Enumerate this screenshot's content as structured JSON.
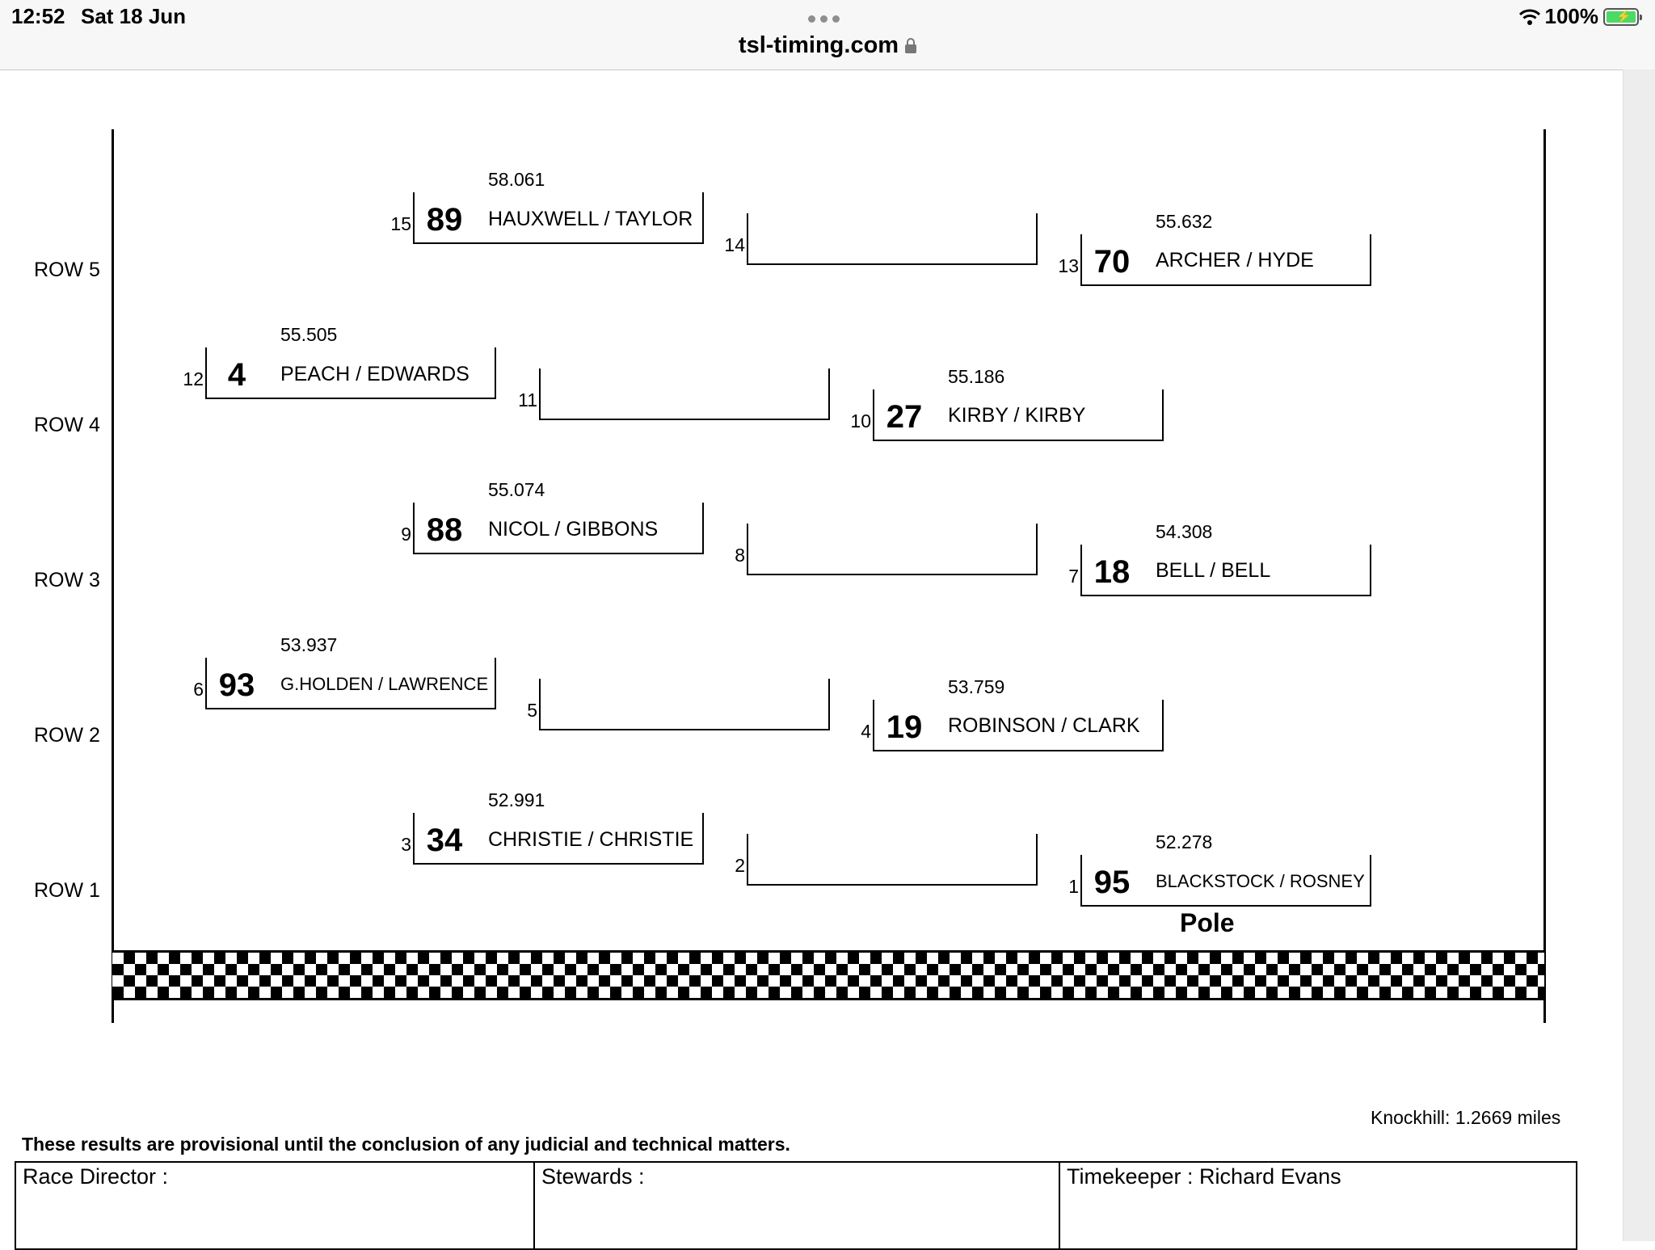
{
  "status_bar": {
    "time": "12:52",
    "date": "Sat 18 Jun",
    "url": "tsl-timing.com",
    "battery": "100%"
  },
  "grid": {
    "row_labels": [
      "ROW 5",
      "ROW 4",
      "ROW 3",
      "ROW 2",
      "ROW 1"
    ],
    "slots": [
      {
        "pos": "15",
        "number": "89",
        "driver": "HAUXWELL / TAYLOR",
        "time": "58.061"
      },
      {
        "pos": "14"
      },
      {
        "pos": "13",
        "number": "70",
        "driver": "ARCHER / HYDE",
        "time": "55.632"
      },
      {
        "pos": "12",
        "number": "4",
        "driver": "PEACH / EDWARDS",
        "time": "55.505"
      },
      {
        "pos": "11"
      },
      {
        "pos": "10",
        "number": "27",
        "driver": "KIRBY / KIRBY",
        "time": "55.186"
      },
      {
        "pos": "9",
        "number": "88",
        "driver": "NICOL / GIBBONS",
        "time": "55.074"
      },
      {
        "pos": "8"
      },
      {
        "pos": "7",
        "number": "18",
        "driver": "BELL / BELL",
        "time": "54.308"
      },
      {
        "pos": "6",
        "number": "93",
        "driver": "G.HOLDEN / LAWRENCE",
        "time": "53.937"
      },
      {
        "pos": "5"
      },
      {
        "pos": "4",
        "number": "19",
        "driver": "ROBINSON / CLARK",
        "time": "53.759"
      },
      {
        "pos": "3",
        "number": "34",
        "driver": "CHRISTIE / CHRISTIE",
        "time": "52.991"
      },
      {
        "pos": "2"
      },
      {
        "pos": "1",
        "number": "95",
        "driver": "BLACKSTOCK / ROSNEY",
        "time": "52.278"
      }
    ],
    "pole_label": "Pole"
  },
  "footer": {
    "circuit": "Knockhill: 1.2669 miles",
    "note": "These results are provisional until the conclusion of any judicial and technical matters.",
    "race_director": "Race Director :",
    "stewards": "Stewards :",
    "timekeeper": "Timekeeper : Richard Evans"
  }
}
